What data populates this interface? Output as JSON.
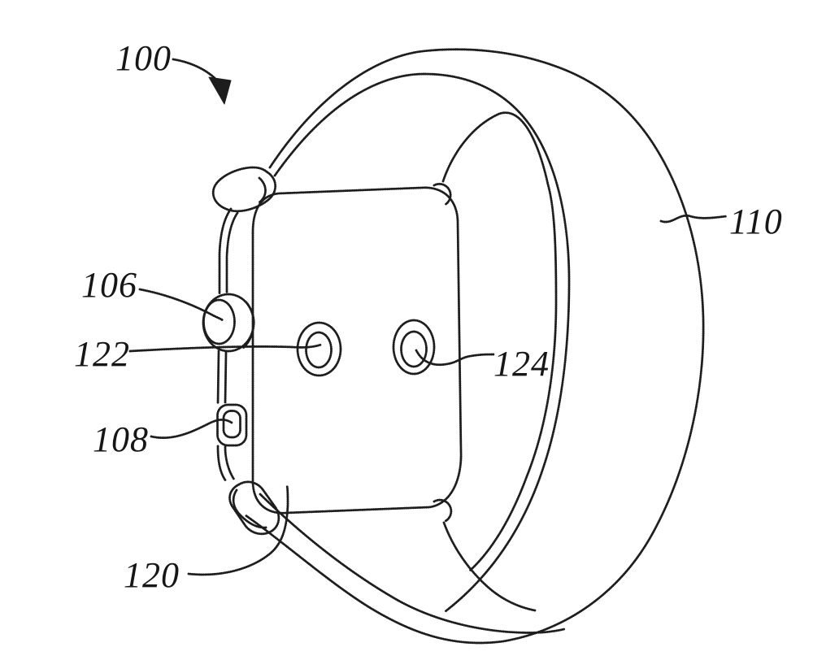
{
  "figure": {
    "kind": "patent-line-drawing",
    "subject": "smartwatch rear view with loop band",
    "labels": [
      {
        "ref": "100"
      },
      {
        "ref": "110"
      },
      {
        "ref": "106"
      },
      {
        "ref": "122"
      },
      {
        "ref": "124"
      },
      {
        "ref": "108"
      },
      {
        "ref": "120"
      }
    ]
  }
}
